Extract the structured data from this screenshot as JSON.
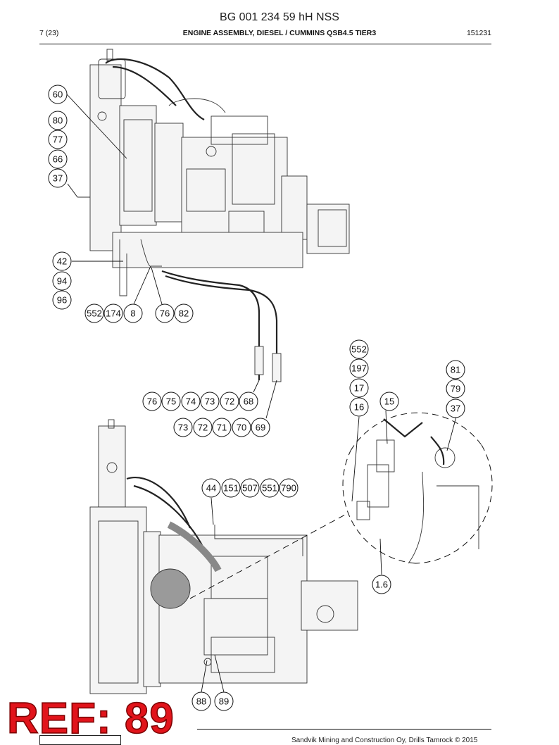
{
  "header": {
    "doc_number": "BG 001 234 59 hH NSS",
    "page": "7 (23)",
    "section": "ENGINE ASSEMBLY, DIESEL / CUMMINS QSB4.5 TIER3",
    "date_code": "151231"
  },
  "footer": {
    "copyright": "Sandvik Mining and Construction Oy, Drills Tamrock © 2015"
  },
  "stamp": {
    "text": "REF: 89"
  },
  "colors": {
    "stamp": "#e1141b",
    "line": "#111111"
  },
  "callouts": {
    "top_view": [
      "60",
      "80",
      "77",
      "66",
      "37",
      "42",
      "94",
      "96",
      "552",
      "174",
      "8",
      "76",
      "82"
    ],
    "hoses": [
      "76",
      "75",
      "74",
      "73",
      "72",
      "68",
      "73",
      "72",
      "71",
      "70",
      "69"
    ],
    "detail": [
      "552",
      "197",
      "17",
      "16",
      "15",
      "81",
      "79",
      "37",
      "1.6"
    ],
    "bottom_view": [
      "44",
      "151",
      "507",
      "551",
      "790",
      "88",
      "89"
    ]
  }
}
